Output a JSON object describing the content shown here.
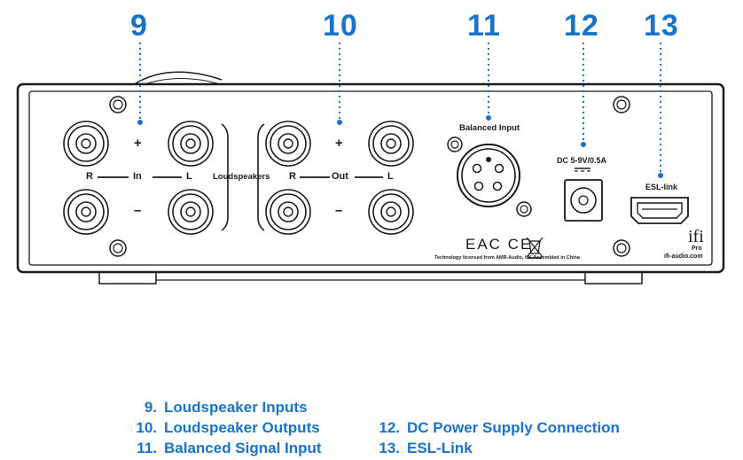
{
  "callouts": {
    "c9": "9",
    "c10": "10",
    "c11": "11",
    "c12": "12",
    "c13": "13"
  },
  "panel": {
    "plus_left": "+",
    "minus_left": "–",
    "plus_right": "+",
    "minus_right": "–",
    "r_left": "R",
    "in_label": "In",
    "l_left": "L",
    "loudspeakers": "Loudspeakers",
    "r_right": "R",
    "out_label": "Out",
    "l_right": "L",
    "balanced_input": "Balanced Input",
    "dc_label": "DC 5-9V/0.5A",
    "esl_link": "ESL-link",
    "cert_marks": "EAC  CE",
    "technology_note": "Technology licensed from AMR-Audio, UK  Assembled in China",
    "brand": "ifi",
    "brand_sub": "Pro",
    "website": "ifi-audio.com"
  },
  "legend": {
    "items_left": [
      {
        "num": "9.",
        "label": "Loudspeaker Inputs"
      },
      {
        "num": "10.",
        "label": "Loudspeaker Outputs"
      },
      {
        "num": "11.",
        "label": "Balanced Signal Input"
      }
    ],
    "items_right": [
      {
        "num": "12.",
        "label": "DC Power Supply Connection"
      },
      {
        "num": "13.",
        "label": "ESL-Link"
      }
    ]
  },
  "colors": {
    "accent": "#1a73c8",
    "panel": "#ffffff",
    "outline": "#1a1a1a"
  }
}
